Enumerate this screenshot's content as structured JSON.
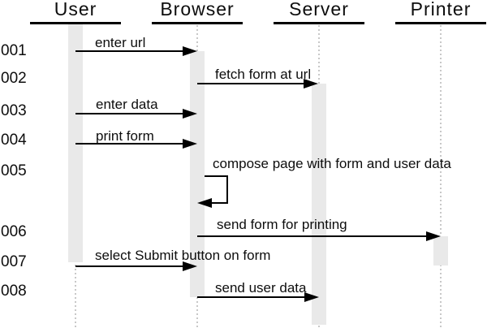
{
  "diagram": {
    "type": "sequence-diagram",
    "actors": [
      {
        "name": "User"
      },
      {
        "name": "Browser"
      },
      {
        "name": "Server"
      },
      {
        "name": "Printer"
      }
    ],
    "steps": [
      {
        "num": "001",
        "message": "enter url",
        "from": "User",
        "to": "Browser"
      },
      {
        "num": "002",
        "message": "fetch form at url",
        "from": "Browser",
        "to": "Server"
      },
      {
        "num": "003",
        "message": "enter data",
        "from": "User",
        "to": "Browser"
      },
      {
        "num": "004",
        "message": "print form",
        "from": "User",
        "to": "Browser"
      },
      {
        "num": "005",
        "message": "compose page with form and user data",
        "from": "Browser",
        "to": "Browser",
        "self_message": true
      },
      {
        "num": "006",
        "message": "send form for printing",
        "from": "Browser",
        "to": "Printer"
      },
      {
        "num": "007",
        "message": "select Submit button on form",
        "from": "User",
        "to": "Browser"
      },
      {
        "num": "008",
        "message": "send user data",
        "from": "Browser",
        "to": "Server"
      }
    ],
    "colors": {
      "background": "#ffffff",
      "line": "#000000",
      "activation_fill": "#e9e9e9",
      "lifeline_dots": "#c8c8c8"
    }
  }
}
